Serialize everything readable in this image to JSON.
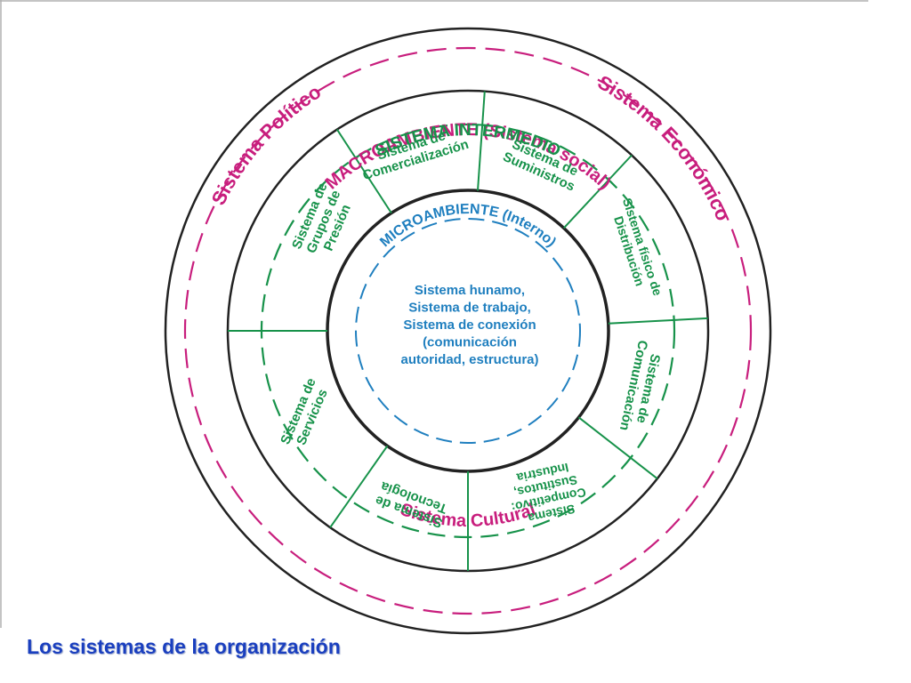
{
  "colors": {
    "pink": "#c81e7d",
    "green": "#17924a",
    "blue": "#1f7fbf",
    "caption": "#1a3fbf",
    "ring": "#222222"
  },
  "macro": {
    "title": "MACROAMBIENTE (Sistema social)",
    "political": "Sistema Político",
    "economic": "Sistema Económico",
    "cultural": "Sistema Cultural"
  },
  "intermedio": {
    "title": "SISTEMA INTERMEDIO",
    "sectors": [
      {
        "lines": [
          "Sistema de",
          "Comercialización"
        ]
      },
      {
        "lines": [
          "Sistema de",
          "Suministros"
        ]
      },
      {
        "lines": [
          "Sistema físico de",
          "Distribución"
        ]
      },
      {
        "lines": [
          "Sistema de",
          "Comunicación"
        ]
      },
      {
        "lines": [
          "Sistema",
          "Competitivo:",
          "Sustitutos,",
          "Industria"
        ]
      },
      {
        "lines": [
          "Sistema de",
          "Tecnología"
        ]
      },
      {
        "lines": [
          "Sistema de",
          "Servicios"
        ]
      },
      {
        "lines": [
          "Sistema de",
          "Grupos de",
          "Presión"
        ]
      }
    ]
  },
  "micro": {
    "title": "MICROAMBIENTE (Interno)",
    "lines": [
      "Sistema hunamo,",
      "Sistema de trabajo,",
      "Sistema de conexión",
      "(comunicación",
      "autoridad, estructura)"
    ]
  },
  "caption": "Los sistemas de la organización"
}
